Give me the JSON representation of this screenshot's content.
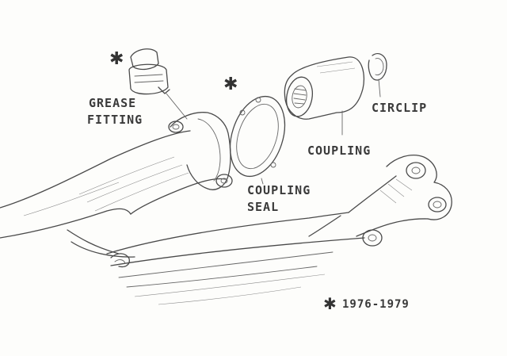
{
  "labels": {
    "grease_fitting_line1": "GREASE",
    "grease_fitting_line2": "FITTING",
    "coupling_seal_line1": "COUPLING",
    "coupling_seal_line2": "SEAL",
    "coupling": "COUPLING",
    "circlip": "CIRCLIP"
  },
  "footnote": {
    "symbol": "✱",
    "text": "1976-1979"
  },
  "markers": {
    "grease_fitting_star": "✱",
    "coupling_seal_star": "✱"
  },
  "colors": {
    "ink": "#4a4a4a",
    "paper": "#fdfdfb"
  }
}
